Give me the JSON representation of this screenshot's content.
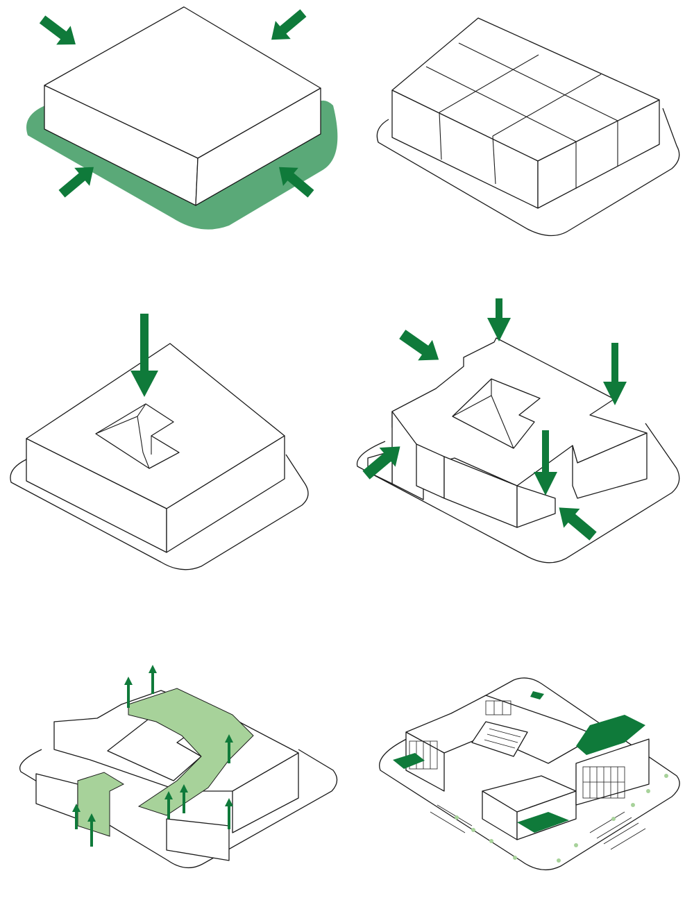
{
  "palette": {
    "accent": "#0f7a3a",
    "site_green": "#5aa978",
    "roof_green": "#a7d29a",
    "ink": "#1a1a1a"
  },
  "panels": [
    {
      "step": 1,
      "icon": "site-footprint-with-inward-arrows"
    },
    {
      "step": 2,
      "icon": "block-grid-subdivision"
    },
    {
      "step": 3,
      "icon": "central-courtyard-void-arrow"
    },
    {
      "step": 4,
      "icon": "massing-carve-arrows"
    },
    {
      "step": 5,
      "icon": "green-roof-uplift-arrows"
    },
    {
      "step": 6,
      "icon": "final-building-isometric"
    }
  ]
}
